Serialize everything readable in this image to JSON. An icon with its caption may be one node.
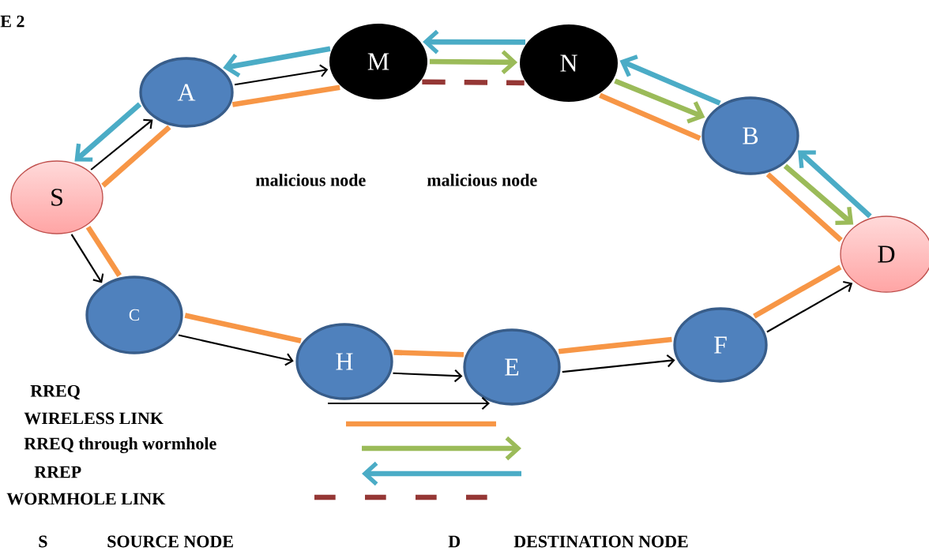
{
  "diagram": {
    "nodes": [
      {
        "text": [
          "S"
        ]
      },
      {
        "text": [
          "A"
        ]
      },
      {
        "text": [
          "M"
        ]
      },
      {
        "text": [
          "N"
        ]
      },
      {
        "text": [
          "B"
        ]
      },
      {
        "text": [
          "D"
        ]
      },
      {
        "text": [
          "C"
        ]
      },
      {
        "text": [
          "H"
        ]
      },
      {
        "text": [
          "E"
        ]
      },
      {
        "text": [
          "F"
        ]
      }
    ],
    "edges": [
      {
        "from": 0,
        "to": 1,
        "arrow": "to",
        "color": "#000000"
      },
      {
        "from": 1,
        "to": 0,
        "arrow": "to",
        "color": "#4bacc6"
      },
      {
        "from": 0,
        "to": 1,
        "arrow": "none",
        "color": "#f79646"
      },
      {
        "from": 1,
        "to": 2,
        "arrow": "to",
        "color": "#000000"
      },
      {
        "from": 1,
        "to": 2,
        "arrow": "none",
        "color": "#f79646"
      },
      {
        "from": 2,
        "to": 1,
        "arrow": "to",
        "color": "#4bacc6"
      },
      {
        "from": 2,
        "to": 3,
        "arrow": "to",
        "color": "#9bbb59"
      },
      {
        "from": 3,
        "to": 2,
        "arrow": "to",
        "color": "#4bacc6"
      },
      {
        "from": 2,
        "to": 3,
        "arrow": "none",
        "style": "dashed",
        "color": "#953735"
      },
      {
        "from": 3,
        "to": 4,
        "arrow": "to",
        "color": "#9bbb59"
      },
      {
        "from": 4,
        "to": 3,
        "arrow": "to",
        "color": "#4bacc6"
      },
      {
        "from": 3,
        "to": 4,
        "arrow": "none",
        "color": "#f79646"
      },
      {
        "from": 4,
        "to": 5,
        "arrow": "to",
        "color": "#9bbb59"
      },
      {
        "from": 5,
        "to": 4,
        "arrow": "to",
        "color": "#4bacc6"
      },
      {
        "from": 4,
        "to": 5,
        "arrow": "none",
        "color": "#f79646"
      },
      {
        "from": 0,
        "to": 6,
        "arrow": "to",
        "color": "#000000"
      },
      {
        "from": 0,
        "to": 6,
        "arrow": "none",
        "color": "#f79646"
      },
      {
        "from": 6,
        "to": 7,
        "arrow": "to",
        "color": "#000000"
      },
      {
        "from": 6,
        "to": 7,
        "arrow": "none",
        "color": "#f79646"
      },
      {
        "from": 7,
        "to": 8,
        "arrow": "to",
        "color": "#000000"
      },
      {
        "from": 7,
        "to": 8,
        "arrow": "none",
        "color": "#f79646"
      },
      {
        "from": 8,
        "to": 9,
        "arrow": "to",
        "color": "#000000"
      },
      {
        "from": 8,
        "to": 9,
        "arrow": "none",
        "color": "#f79646"
      },
      {
        "from": 9,
        "to": 5,
        "arrow": "to",
        "color": "#000000"
      },
      {
        "from": 9,
        "to": 5,
        "arrow": "none",
        "color": "#f79646"
      }
    ],
    "labels": [
      "E  2",
      "malicious node",
      "malicious node",
      "S",
      "SOURCE NODE",
      "D",
      "DESTINATION NODE"
    ],
    "legend": [
      {
        "text": "RREQ"
      },
      {
        "text": "WIRELESS LINK"
      },
      {
        "text": "RREQ through wormhole"
      },
      {
        "text": "RREP"
      },
      {
        "text": "WORMHOLE LINK"
      }
    ]
  }
}
